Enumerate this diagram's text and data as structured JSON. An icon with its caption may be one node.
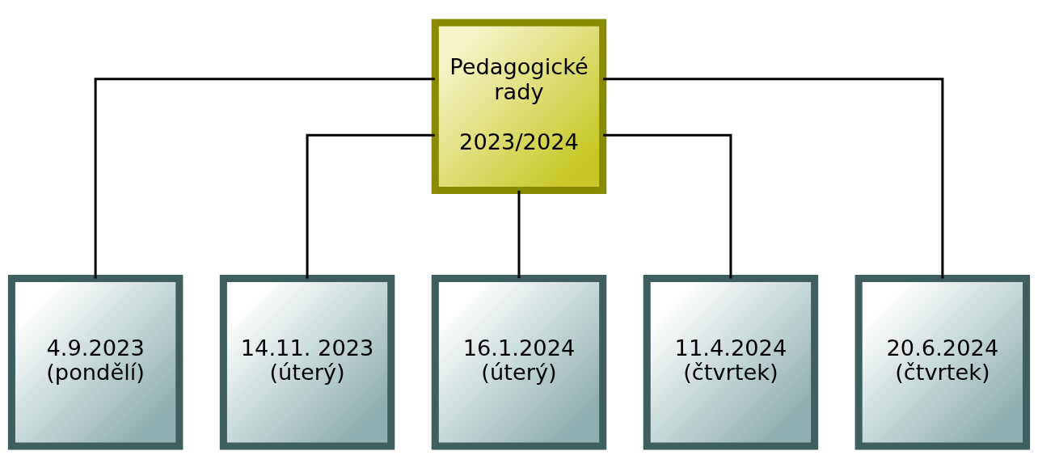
{
  "diagram": {
    "nodes": [
      {
        "text": [
          "Pedagogické rady",
          "2023/2024"
        ]
      },
      {
        "text": [
          "4.9.2023 (pondělí)"
        ]
      },
      {
        "text": [
          "14.11. 2023 (úterý)"
        ]
      },
      {
        "text": [
          "16.1.2024 (úterý)"
        ]
      },
      {
        "text": [
          "11.4.2024 (čtvrtek)"
        ]
      },
      {
        "text": [
          "20.6.2024 (čtvrtek)"
        ]
      }
    ],
    "edges": [
      {
        "from": 0,
        "to": 1,
        "arrow": "none"
      },
      {
        "from": 0,
        "to": 2,
        "arrow": "none"
      },
      {
        "from": 0,
        "to": 3,
        "arrow": "none"
      },
      {
        "from": 0,
        "to": 4,
        "arrow": "none"
      },
      {
        "from": 0,
        "to": 5,
        "arrow": "none"
      }
    ]
  }
}
